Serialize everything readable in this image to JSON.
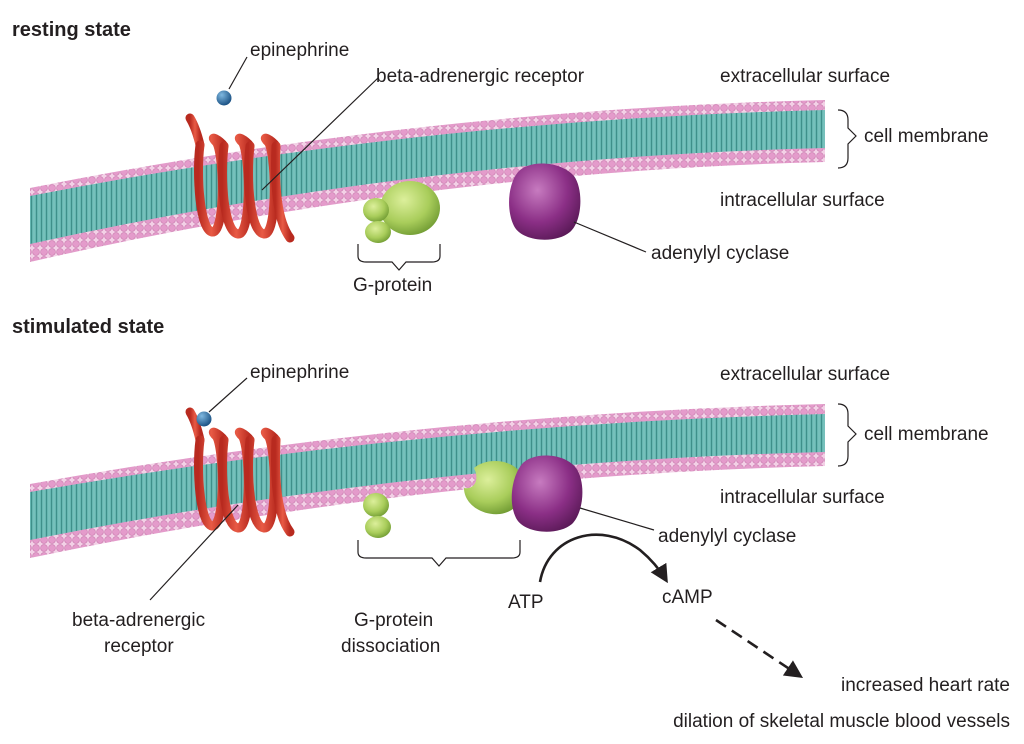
{
  "panels": [
    {
      "id": "resting",
      "title": "resting state",
      "labels": {
        "epinephrine": "epinephrine",
        "receptor": "beta-adrenergic receptor",
        "extracellular": "extracellular surface",
        "cell_membrane": "cell membrane",
        "intracellular": "intracellular surface",
        "g_protein": "G-protein",
        "adenylyl_cyclase": "adenylyl cyclase"
      }
    },
    {
      "id": "stimulated",
      "title": "stimulated state",
      "labels": {
        "epinephrine": "epinephrine",
        "receptor_line1": "beta-adrenergic",
        "receptor_line2": "receptor",
        "extracellular": "extracellular surface",
        "cell_membrane": "cell membrane",
        "intracellular": "intracellular surface",
        "g_protein_line1": "G-protein",
        "g_protein_line2": "dissociation",
        "adenylyl_cyclase": "adenylyl cyclase",
        "atp": "ATP",
        "camp": "cAMP",
        "effect1": "increased heart rate",
        "effect2": "dilation of skeletal muscle blood vessels"
      }
    }
  ],
  "colors": {
    "membrane_core": "#5fb3ad",
    "phospholipid_head": "#e7a8d2",
    "receptor": "#d93a2b",
    "g_protein": "#a9cd5b",
    "adenylyl_cyclase": "#8b2f86",
    "epinephrine": "#2a6fa6"
  }
}
